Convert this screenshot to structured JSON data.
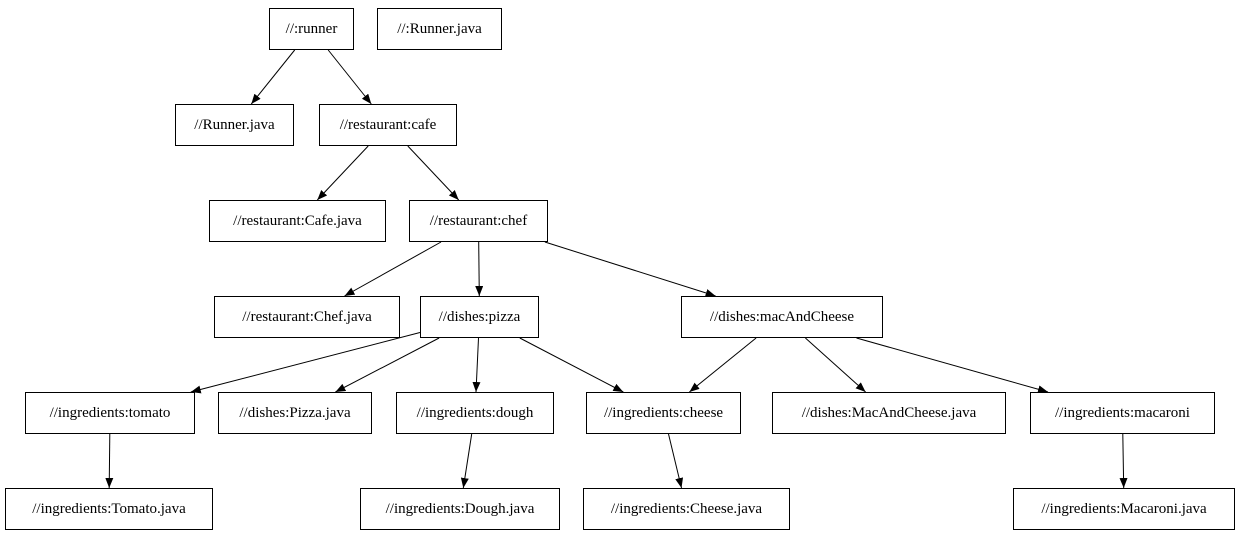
{
  "diagram": {
    "type": "graph",
    "description": "Build target dependency graph",
    "colors": {
      "background": "#ffffff",
      "node_fill": "#ffffff",
      "node_border": "#000000",
      "edge": "#000000",
      "text": "#000000"
    }
  },
  "graph": {
    "nodes": [
      {
        "id": "runner",
        "label": "//:runner"
      },
      {
        "id": "runner-java-root",
        "label": "//:Runner.java"
      },
      {
        "id": "runner-java",
        "label": "//Runner.java"
      },
      {
        "id": "cafe",
        "label": "//restaurant:cafe"
      },
      {
        "id": "cafe-java",
        "label": "//restaurant:Cafe.java"
      },
      {
        "id": "chef",
        "label": "//restaurant:chef"
      },
      {
        "id": "chef-java",
        "label": "//restaurant:Chef.java"
      },
      {
        "id": "pizza",
        "label": "//dishes:pizza"
      },
      {
        "id": "mac-and-cheese",
        "label": "//dishes:macAndCheese"
      },
      {
        "id": "tomato",
        "label": "//ingredients:tomato"
      },
      {
        "id": "pizza-java",
        "label": "//dishes:Pizza.java"
      },
      {
        "id": "dough",
        "label": "//ingredients:dough"
      },
      {
        "id": "cheese",
        "label": "//ingredients:cheese"
      },
      {
        "id": "mac-and-cheese-java",
        "label": "//dishes:MacAndCheese.java"
      },
      {
        "id": "macaroni",
        "label": "//ingredients:macaroni"
      },
      {
        "id": "tomato-java",
        "label": "//ingredients:Tomato.java"
      },
      {
        "id": "dough-java",
        "label": "//ingredients:Dough.java"
      },
      {
        "id": "cheese-java",
        "label": "//ingredients:Cheese.java"
      },
      {
        "id": "macaroni-java",
        "label": "//ingredients:Macaroni.java"
      }
    ],
    "edges": [
      {
        "from": "runner",
        "to": "runner-java"
      },
      {
        "from": "runner",
        "to": "cafe"
      },
      {
        "from": "cafe",
        "to": "cafe-java"
      },
      {
        "from": "cafe",
        "to": "chef"
      },
      {
        "from": "chef",
        "to": "chef-java"
      },
      {
        "from": "chef",
        "to": "pizza"
      },
      {
        "from": "chef",
        "to": "mac-and-cheese"
      },
      {
        "from": "pizza",
        "to": "tomato"
      },
      {
        "from": "pizza",
        "to": "pizza-java"
      },
      {
        "from": "pizza",
        "to": "dough"
      },
      {
        "from": "pizza",
        "to": "cheese"
      },
      {
        "from": "mac-and-cheese",
        "to": "cheese"
      },
      {
        "from": "mac-and-cheese",
        "to": "mac-and-cheese-java"
      },
      {
        "from": "mac-and-cheese",
        "to": "macaroni"
      },
      {
        "from": "tomato",
        "to": "tomato-java"
      },
      {
        "from": "dough",
        "to": "dough-java"
      },
      {
        "from": "cheese",
        "to": "cheese-java"
      },
      {
        "from": "macaroni",
        "to": "macaroni-java"
      }
    ]
  }
}
